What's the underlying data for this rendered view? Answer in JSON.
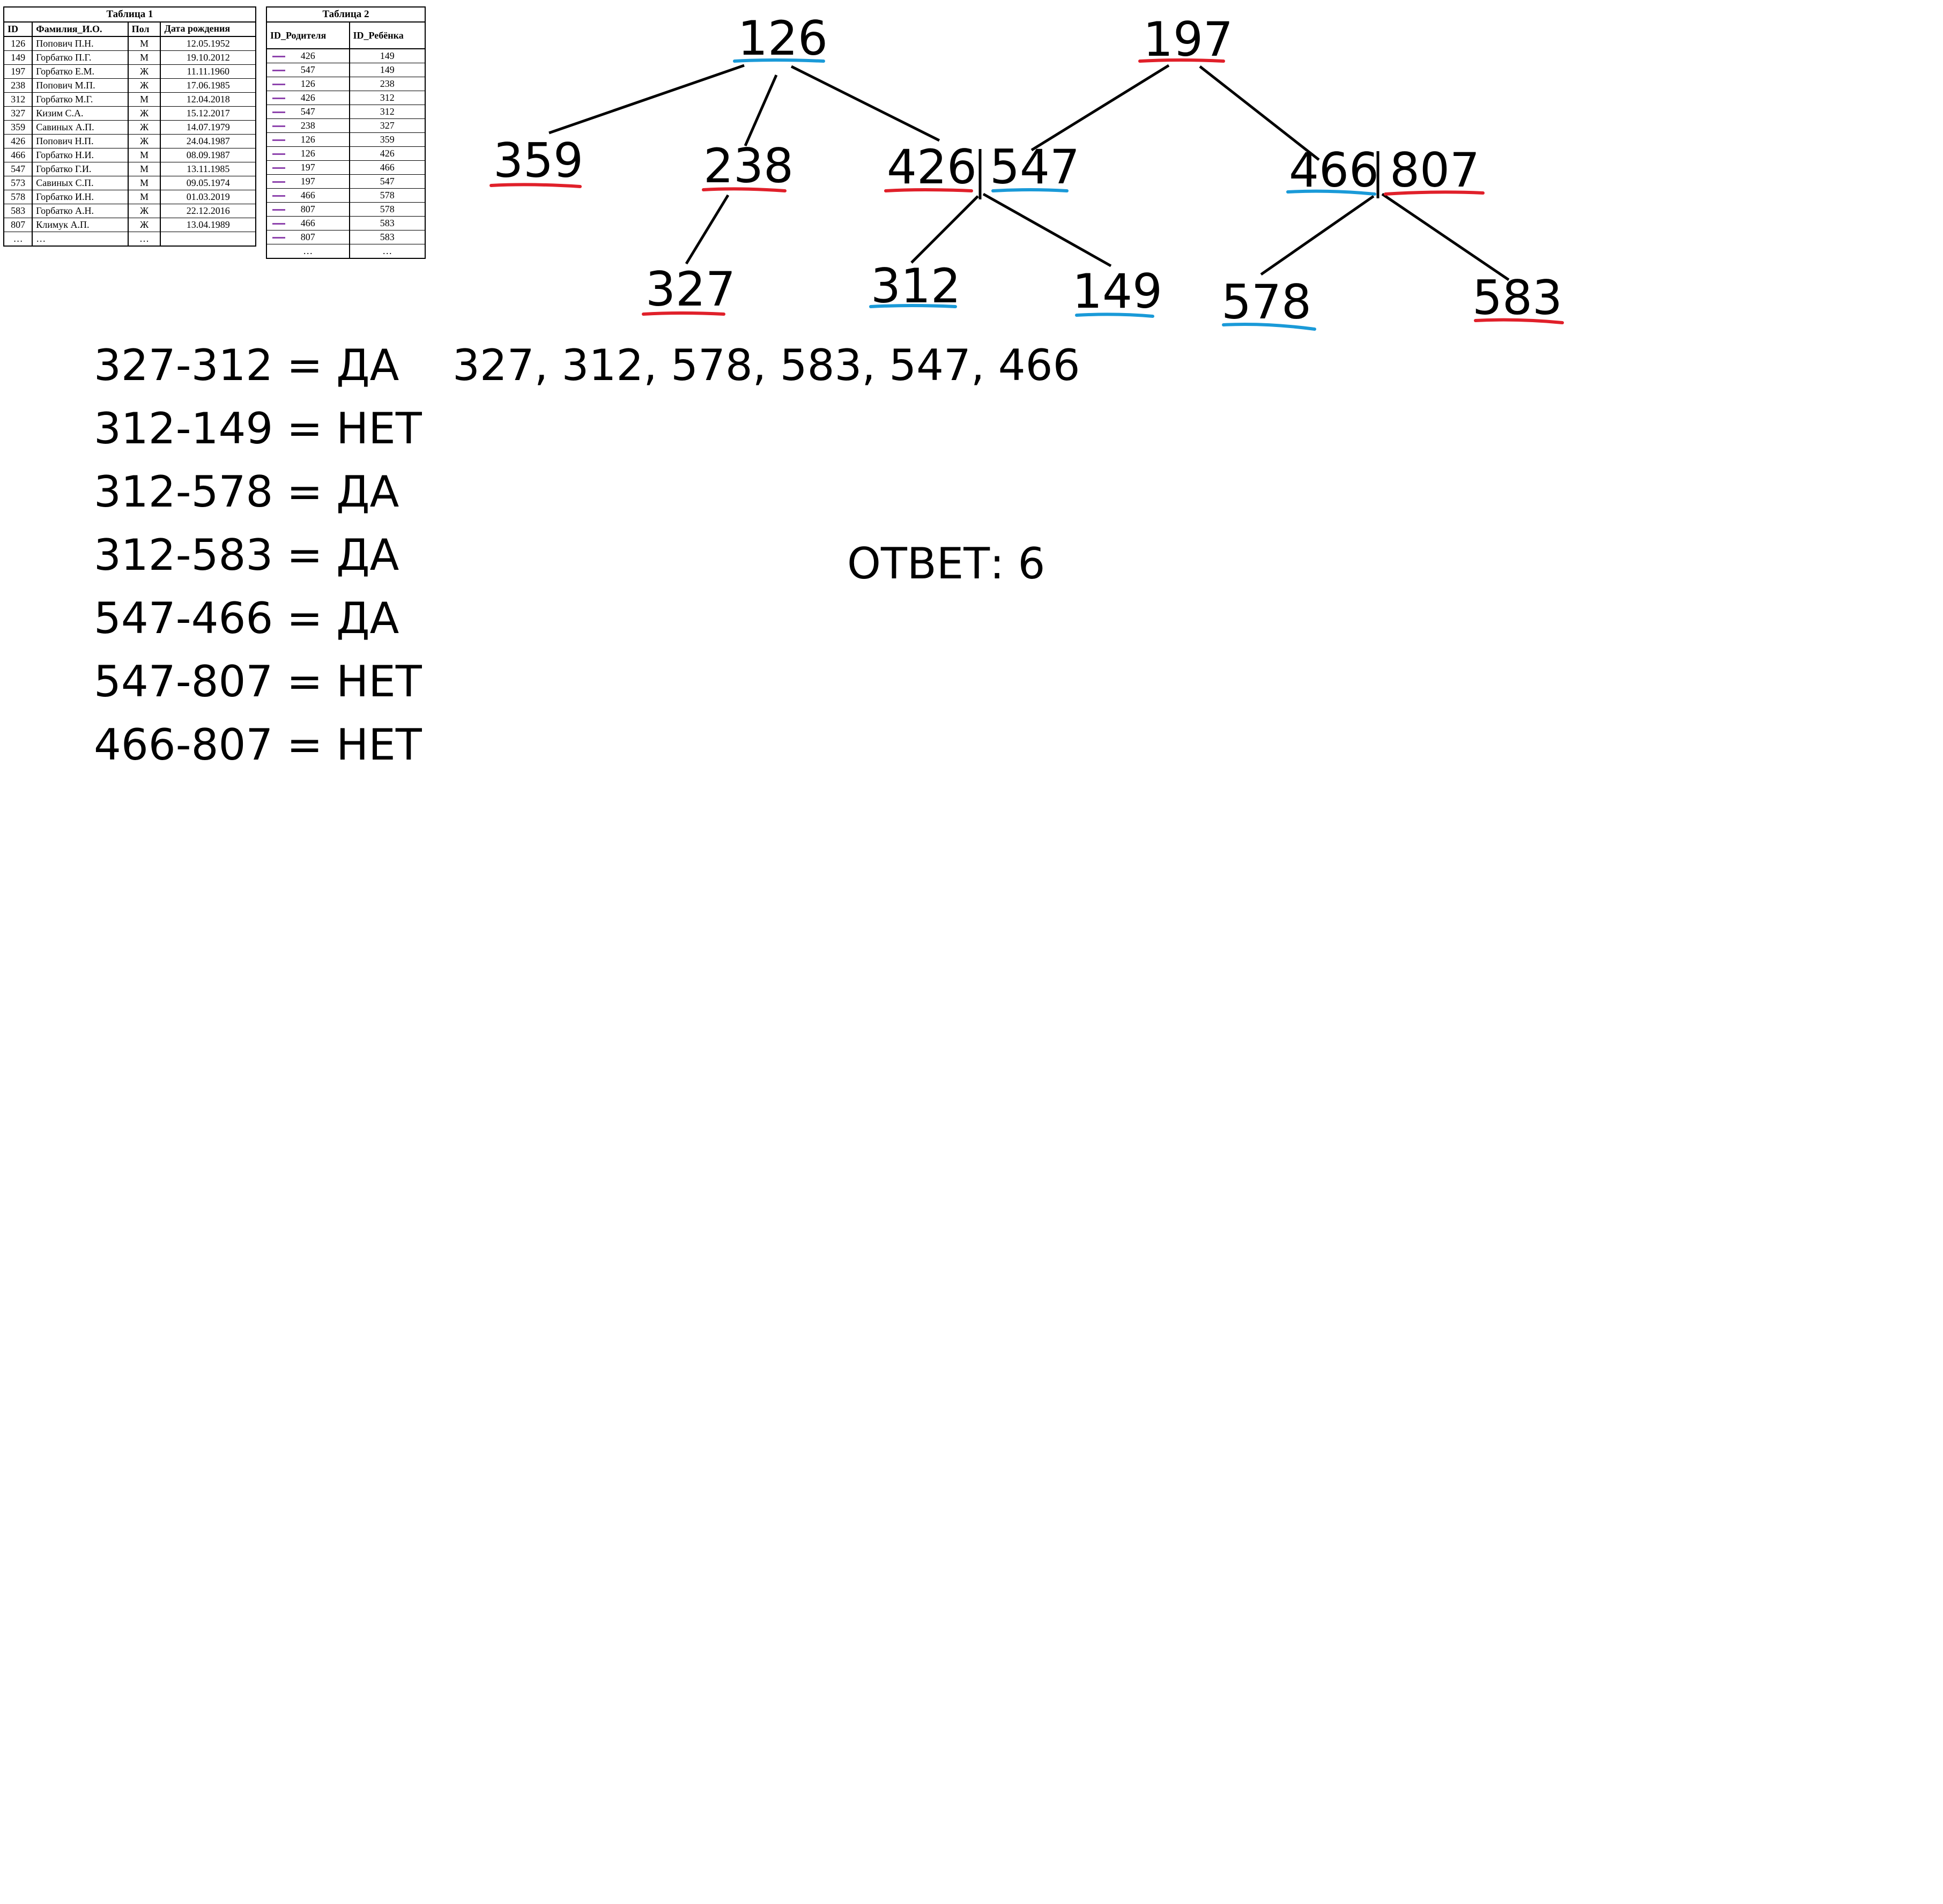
{
  "table1": {
    "caption": "Таблица 1",
    "headers": [
      "ID",
      "Фамилия_И.О.",
      "Пол",
      "Дата рождения"
    ],
    "rows": [
      [
        "126",
        "Попович П.Н.",
        "М",
        "12.05.1952"
      ],
      [
        "149",
        "Горбатко П.Г.",
        "М",
        "19.10.2012"
      ],
      [
        "197",
        "Горбатко Е.М.",
        "Ж",
        "11.11.1960"
      ],
      [
        "238",
        "Попович М.П.",
        "Ж",
        "17.06.1985"
      ],
      [
        "312",
        "Горбатко М.Г.",
        "М",
        "12.04.2018"
      ],
      [
        "327",
        "Кизим С.А.",
        "Ж",
        "15.12.2017"
      ],
      [
        "359",
        "Савиных А.П.",
        "Ж",
        "14.07.1979"
      ],
      [
        "426",
        "Попович Н.П.",
        "Ж",
        "24.04.1987"
      ],
      [
        "466",
        "Горбатко Н.И.",
        "М",
        "08.09.1987"
      ],
      [
        "547",
        "Горбатко Г.И.",
        "М",
        "13.11.1985"
      ],
      [
        "573",
        "Савиных С.П.",
        "М",
        "09.05.1974"
      ],
      [
        "578",
        "Горбатко И.Н.",
        "М",
        "01.03.2019"
      ],
      [
        "583",
        "Горбатко А.Н.",
        "Ж",
        "22.12.2016"
      ],
      [
        "807",
        "Климук А.П.",
        "Ж",
        "13.04.1989"
      ],
      [
        "…",
        "…",
        "…",
        ""
      ]
    ]
  },
  "table2": {
    "caption": "Таблица 2",
    "headers": [
      "ID_Родителя",
      "ID_Ребёнка"
    ],
    "rows": [
      [
        "426",
        "149"
      ],
      [
        "547",
        "149"
      ],
      [
        "126",
        "238"
      ],
      [
        "426",
        "312"
      ],
      [
        "547",
        "312"
      ],
      [
        "238",
        "327"
      ],
      [
        "126",
        "359"
      ],
      [
        "126",
        "426"
      ],
      [
        "197",
        "466"
      ],
      [
        "197",
        "547"
      ],
      [
        "466",
        "578"
      ],
      [
        "807",
        "578"
      ],
      [
        "466",
        "583"
      ],
      [
        "807",
        "583"
      ],
      [
        "…",
        "…"
      ]
    ]
  },
  "tree": {
    "nodes": {
      "n126": "126",
      "n197": "197",
      "n359": "359",
      "n238": "238",
      "n426": "426",
      "n547": "547",
      "n466": "466",
      "n807": "807",
      "n327": "327",
      "n312": "312",
      "n149": "149",
      "n578": "578",
      "n583": "583"
    },
    "colors": {
      "red": "#e0202a",
      "blue": "#1a9ad8",
      "line": "#000000",
      "marker": "#8e44ad"
    }
  },
  "sequence": "327, 312, 578, 583, 547, 466",
  "checks": [
    "327-312 = ДА",
    "312-149 = НЕТ",
    "312-578 = ДА",
    "312-583 = ДА",
    "547-466 = ДА",
    "547-807 = НЕТ",
    "466-807 = НЕТ"
  ],
  "answer": "ОТВЕТ: 6"
}
